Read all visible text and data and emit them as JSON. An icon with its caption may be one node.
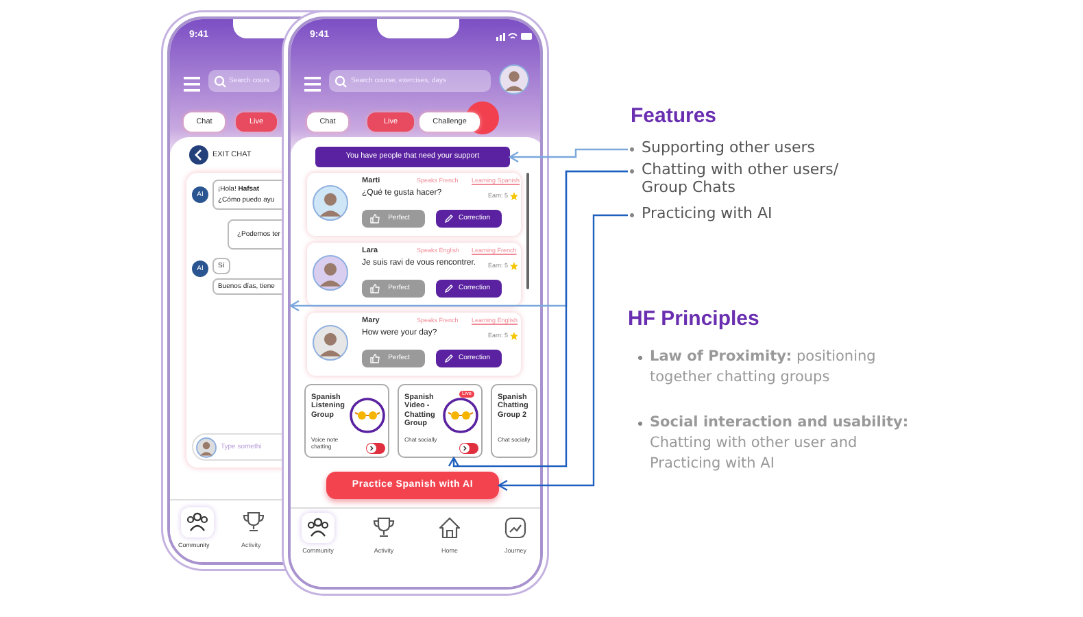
{
  "diagram": {
    "nodes": [
      {
        "text": [],
        "shape": "box"
      },
      {
        "text": [
          "You have people that need your support"
        ]
      },
      {
        "text": [
          "Spanish Listening Group",
          "Voice note chatting"
        ]
      },
      {
        "text": [
          "Spanish Video - Chatting Group",
          "Chat socially",
          "Live"
        ]
      },
      {
        "text": [
          "Spanish Chatting Group 2",
          "Chat socially"
        ]
      },
      {
        "text": [
          "Practice Spanish with AI"
        ]
      },
      {
        "text": [
          "Supporting other users"
        ]
      },
      {
        "text": [
          "Chatting with other users/ Group Chats"
        ]
      },
      {
        "text": [
          "Practicing with AI"
        ]
      }
    ],
    "edges": [
      {
        "from": 6,
        "to": 1,
        "arrow": "to",
        "color": "#7aa7dc"
      },
      {
        "from": 7,
        "to": 0,
        "arrow": "to",
        "color": "#7aa7dc"
      },
      {
        "from": 7,
        "to": 3,
        "arrow": "to",
        "color": "#1f5fbf"
      },
      {
        "from": 8,
        "to": 5,
        "arrow": "to",
        "color": "#1f5fbf"
      }
    ],
    "labels": [
      "9:41",
      "Search cours",
      "Chat",
      "Live",
      "EXIT CHAT",
      "AI",
      "¡Hola! **Hafsat**",
      "¿Cómo puedo ayu",
      "¿Podemos ter",
      "AI",
      "Sí",
      "Buenos días, tiene",
      "Type somethi",
      "Community",
      "Activity",
      "9:41",
      "Search course, exercises, days",
      "Chat",
      "Live",
      "Challenge",
      "Marti",
      "Speaks French",
      "Learning Spanish",
      "¿Qué te gusta hacer?",
      "Earn: 5",
      "Perfect",
      "Correction",
      "Lara",
      "Speaks English",
      "Learning French",
      "Je suis ravi de vous rencontrer.",
      "Earn: 5",
      "Perfect",
      "Correction",
      "Mary",
      "Speaks French",
      "Learning English",
      "How were your day?",
      "Earn: 5",
      "Perfect",
      "Correction",
      "Community",
      "Activity",
      "Home",
      "Journey",
      "Features",
      "HF Principles",
      "**Law of Proximity:** positioning together chatting groups",
      "**Social interaction and usability:** Chatting with other user and Practicing with AI"
    ]
  }
}
